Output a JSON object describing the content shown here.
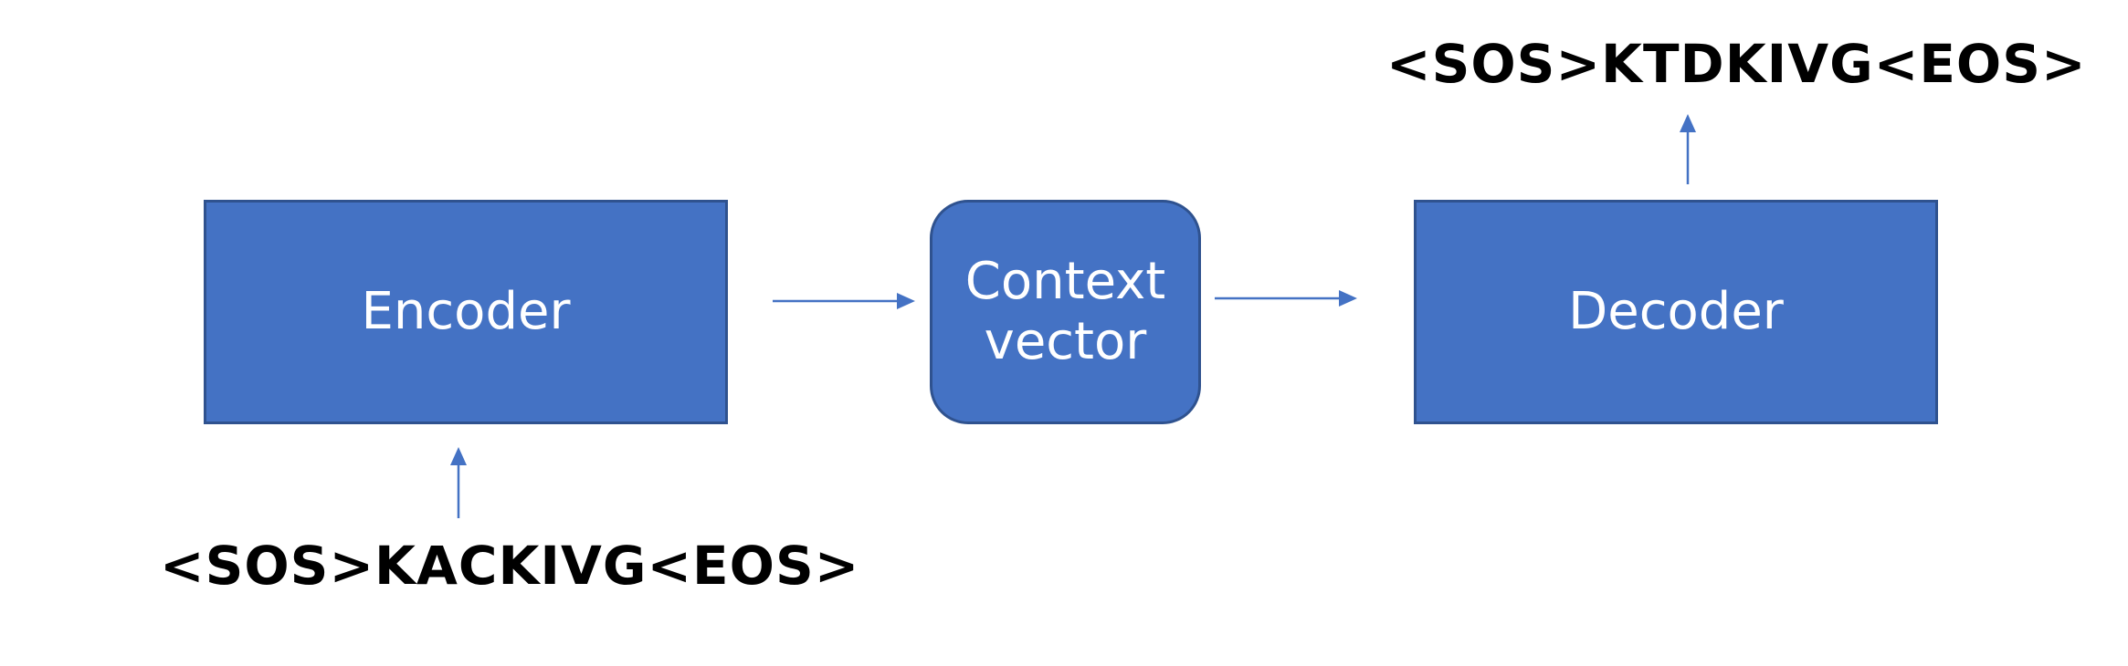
{
  "encoder": {
    "label": "Encoder"
  },
  "context_vector": {
    "label_line1": "Context",
    "label_line2": "vector"
  },
  "decoder": {
    "label": "Decoder"
  },
  "input_sequence": "<SOS>KACKIVG<EOS>",
  "output_sequence": "<SOS>KTDKIVG<EOS>",
  "colors": {
    "box_fill": "#4472c4",
    "box_border": "#2f528f",
    "arrow": "#4472c4",
    "box_text": "#ffffff",
    "sequence_text": "#000000"
  }
}
